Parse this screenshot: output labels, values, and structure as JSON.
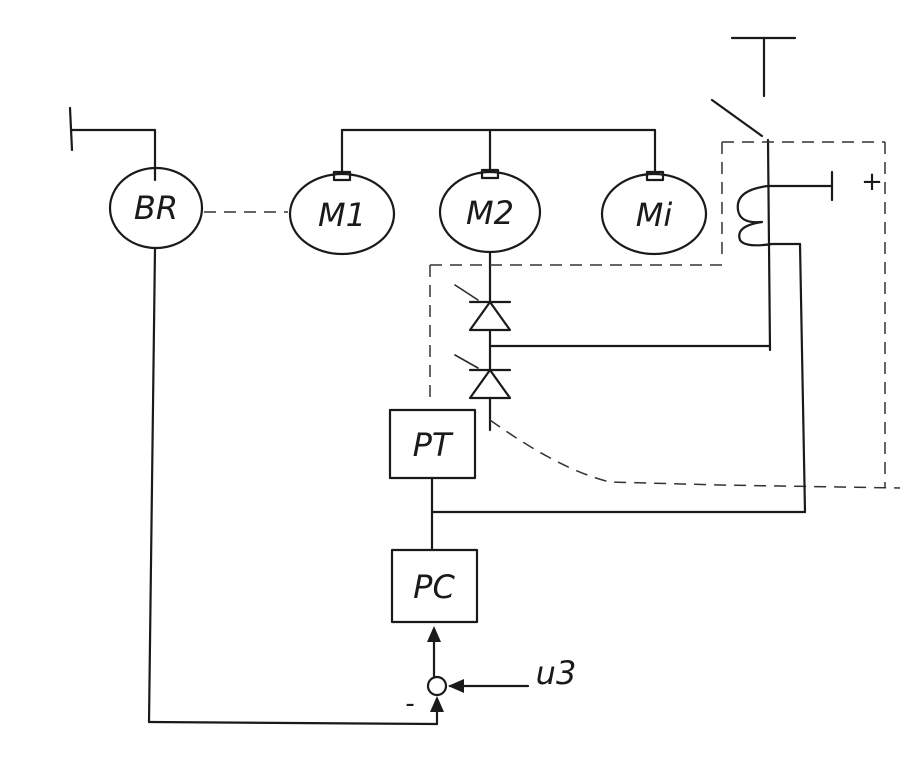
{
  "blocks": {
    "tachogenerator": "BR",
    "motor_1": "M1",
    "motor_2": "M2",
    "motor_i": "Mi",
    "thyristor_converter": "PT",
    "speed_regulator": "PC"
  },
  "signals": {
    "reference_input": "u3",
    "feedback_sign": "-",
    "supply": "+"
  },
  "colors": {
    "ink": "#1a1a1a",
    "paper": "#ffffff"
  }
}
